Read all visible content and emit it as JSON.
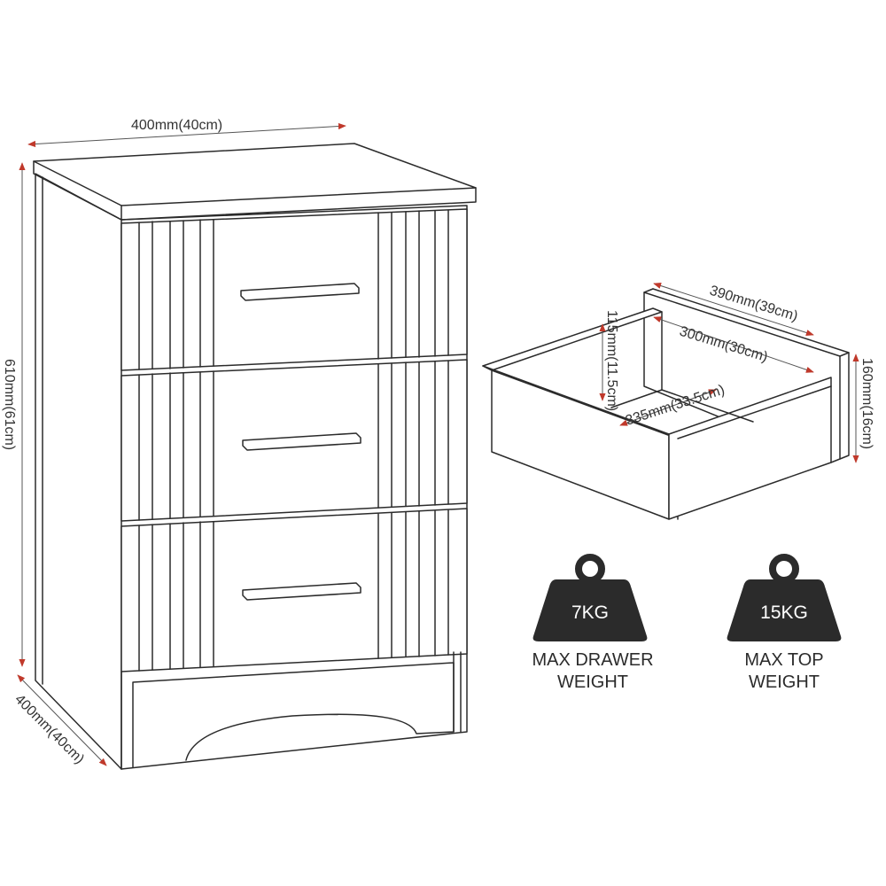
{
  "dimensions": {
    "cabinet_width": "400mm(40cm)",
    "cabinet_height": "610mm(61cm)",
    "cabinet_depth": "400mm(40cm)",
    "drawer_outer_width": "390mm(39cm)",
    "drawer_inner_width": "300mm(30cm)",
    "drawer_inner_height": "115mm(11.5cm)",
    "drawer_inner_depth": "335mm(33.5cm)",
    "drawer_outer_height": "160mm(16cm)"
  },
  "weights": [
    {
      "value": "7KG",
      "caption_line1": "MAX DRAWER",
      "caption_line2": "WEIGHT"
    },
    {
      "value": "15KG",
      "caption_line1": "MAX TOP",
      "caption_line2": "WEIGHT"
    }
  ],
  "colors": {
    "line": "#2b2b2b",
    "arrow": "#c0392b",
    "weight_fill": "#2b2b2b"
  }
}
